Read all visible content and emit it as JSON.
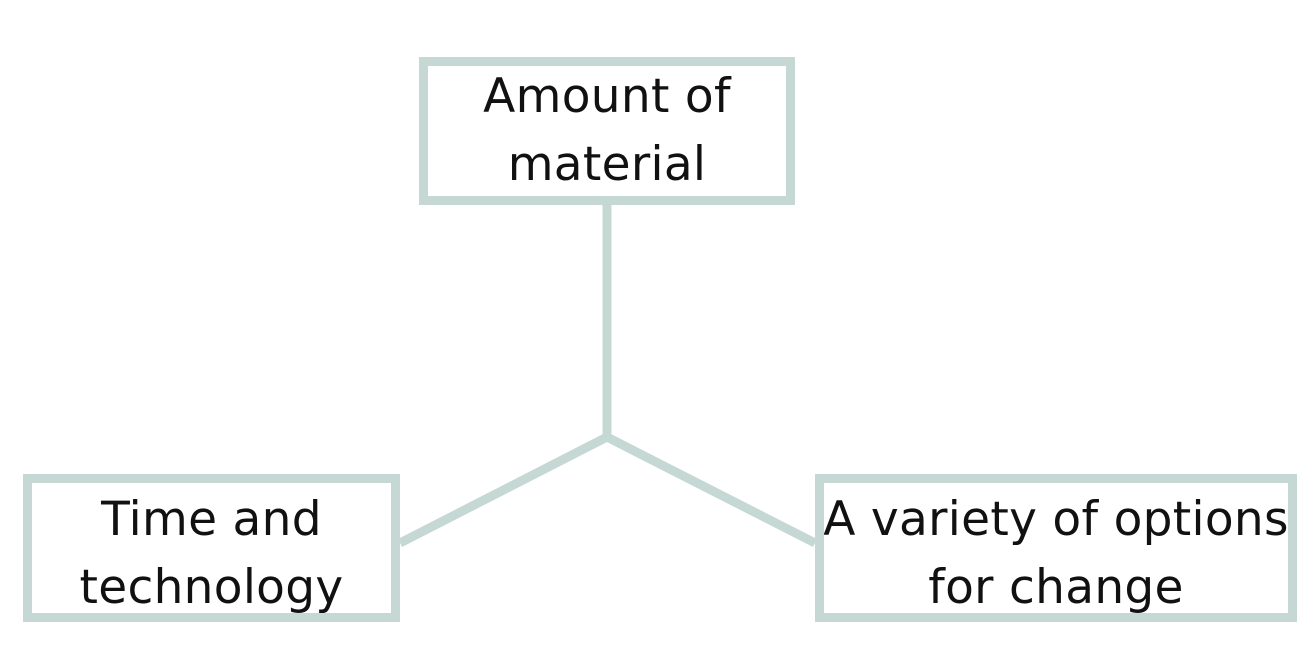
{
  "diagram": {
    "line_color": "#c5d8d3",
    "text_color": "#111111",
    "nodes": {
      "top": {
        "line1": "Amount of",
        "line2": "material"
      },
      "left": {
        "line1": "Time and",
        "line2": "technology"
      },
      "right": {
        "line1": "A variety of options",
        "line2": "for change"
      }
    }
  }
}
